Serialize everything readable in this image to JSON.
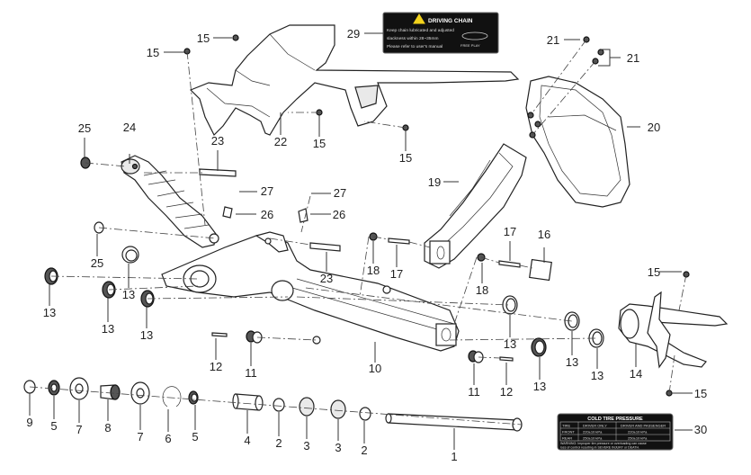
{
  "diagram": {
    "title": "Swingarm / Rear Suspension Exploded View",
    "callouts": {
      "p1": "1",
      "p2a": "2",
      "p2b": "2",
      "p3a": "3",
      "p3b": "3",
      "p4": "4",
      "p5a": "5",
      "p5b": "5",
      "p6": "6",
      "p7a": "7",
      "p7b": "7",
      "p8": "8",
      "p9": "9",
      "p10": "10",
      "p11a": "11",
      "p11b": "11",
      "p12a": "12",
      "p12b": "12",
      "p13a": "13",
      "p13b": "13",
      "p13c": "13",
      "p13d": "13",
      "p13e": "13",
      "p13f": "13",
      "p13g": "13",
      "p13h": "13",
      "p14": "14",
      "p15a": "15",
      "p15b": "15",
      "p15c": "15",
      "p15d": "15",
      "p15e": "15",
      "p15f": "15",
      "p16": "16",
      "p17a": "17",
      "p17b": "17",
      "p18a": "18",
      "p18b": "18",
      "p19": "19",
      "p20": "20",
      "p21a": "21",
      "p21b": "21",
      "p22": "22",
      "p23a": "23",
      "p23b": "23",
      "p24": "24",
      "p25a": "25",
      "p25b": "25",
      "p26a": "26",
      "p26b": "26",
      "p27a": "27",
      "p27b": "27",
      "p29": "29",
      "p30": "30"
    },
    "chain_label": {
      "title": "DRIVING CHAIN",
      "line1": "Keep chain lubricated and adjusted",
      "line2": "slackness within 28~35mm",
      "line3": "Please refer to user's manual",
      "free_play": "FREE PLAY",
      "warning_icon": "warning-triangle-icon"
    },
    "tire_label": {
      "title": "COLD TIRE PRESSURE",
      "headers": [
        "TIRE",
        "DRIVER ONLY",
        "DRIVER AND PASSENGER"
      ],
      "rows": [
        [
          "FRONT",
          "220±10 kPa",
          "220±10 kPa"
        ],
        [
          "REAR",
          "250±10 kPa",
          "250±10 kPa"
        ]
      ],
      "warning1": "WARNING: Improper tire pressure or overloading can cause",
      "warning2": "loss of control resulting in SEVERE INJURY or DEATH."
    }
  }
}
